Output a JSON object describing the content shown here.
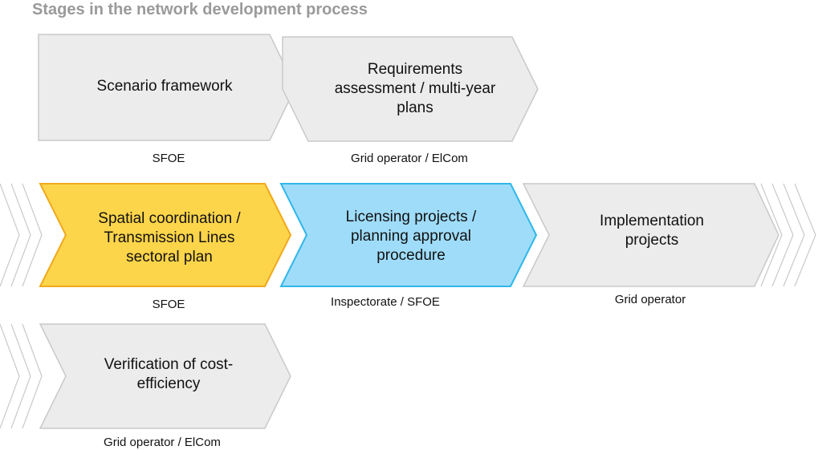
{
  "title": "Stages in the network development process",
  "colors": {
    "default_fill": "#ececec",
    "default_stroke": "#c9c9c9",
    "highlight_yellow_fill": "#fdd54a",
    "highlight_yellow_stroke": "#f0a91c",
    "highlight_blue_fill": "#9fdcf9",
    "highlight_blue_stroke": "#2fb7e9",
    "continuation_chevrons": "#c9c9c9"
  },
  "steps": [
    {
      "label": "Scenario framework",
      "owner": "SFOE",
      "style": "default"
    },
    {
      "label": "Requirements assessment / multi-year plans",
      "owner": "Grid operator / ElCom",
      "style": "default"
    },
    {
      "label": "Spatial coordination / Transmission Lines sectoral plan",
      "owner": "SFOE",
      "style": "yellow"
    },
    {
      "label": "Licensing projects / planning approval procedure",
      "owner": "Inspectorate / SFOE",
      "style": "blue"
    },
    {
      "label": "Implementation projects",
      "owner": "Grid operator",
      "style": "default"
    },
    {
      "label": "Verification of cost-efficiency",
      "owner": "Grid operator / ElCom",
      "style": "default"
    }
  ]
}
